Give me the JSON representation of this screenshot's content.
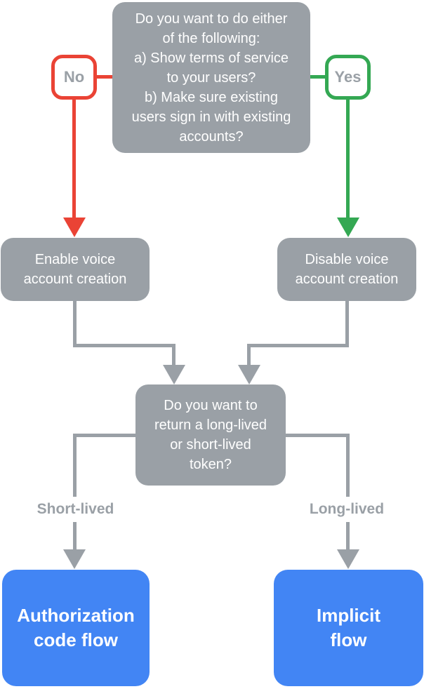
{
  "diagram": {
    "type": "flowchart",
    "colors": {
      "red": "#EA4335",
      "green": "#34A853",
      "blue": "#4285F4",
      "box_gray": "#9AA0A6",
      "connector_gray": "#9AA0A6",
      "label_gray": "#9AA0A6",
      "white": "#FFFFFF"
    },
    "nodes": {
      "question_top": {
        "text": "Do you want to do either\nof the following:\na) Show terms of service\nto your users?\nb) Make sure existing\nusers sign in with existing\naccounts?"
      },
      "no_badge": {
        "text": "No"
      },
      "yes_badge": {
        "text": "Yes"
      },
      "enable_voice": {
        "text": "Enable voice\naccount creation"
      },
      "disable_voice": {
        "text": "Disable voice\naccount creation"
      },
      "question_token": {
        "text": "Do you want to\nreturn a long-lived\nor short-lived\ntoken?"
      },
      "short_lived": {
        "text": "Short-lived"
      },
      "long_lived": {
        "text": "Long-lived"
      },
      "auth_code_flow": {
        "text": "Authorization\ncode flow"
      },
      "implicit_flow": {
        "text": "Implicit\nflow"
      }
    }
  }
}
